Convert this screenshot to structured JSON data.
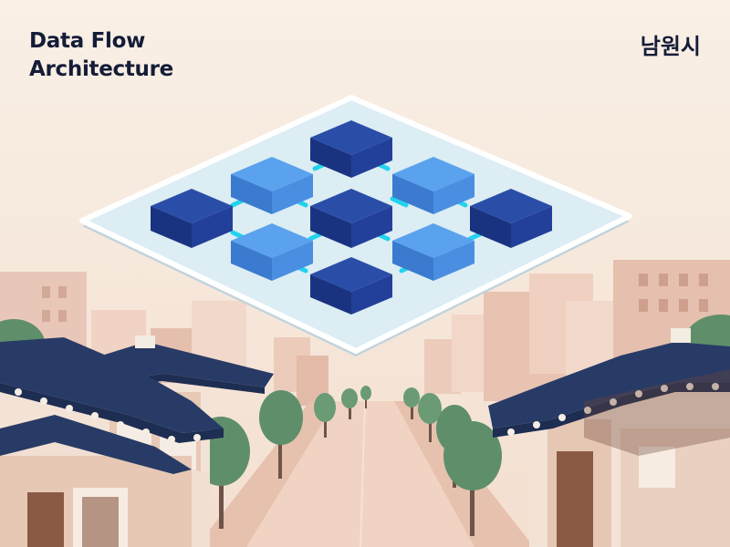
{
  "header": {
    "title_line1": "Data Flow",
    "title_line2": "Architecture",
    "city": "남원시"
  },
  "illustration": {
    "subject": "isometric data-flow grid over a traditional Korean hanok street",
    "colors": {
      "background": "#f7ebe0",
      "panel": "#dcedf3",
      "node_dark": "#1f3c8f",
      "node_light": "#3f86dc",
      "connector": "#22d3ee",
      "roof": "#283b66",
      "tree": "#5e8f6a"
    }
  }
}
